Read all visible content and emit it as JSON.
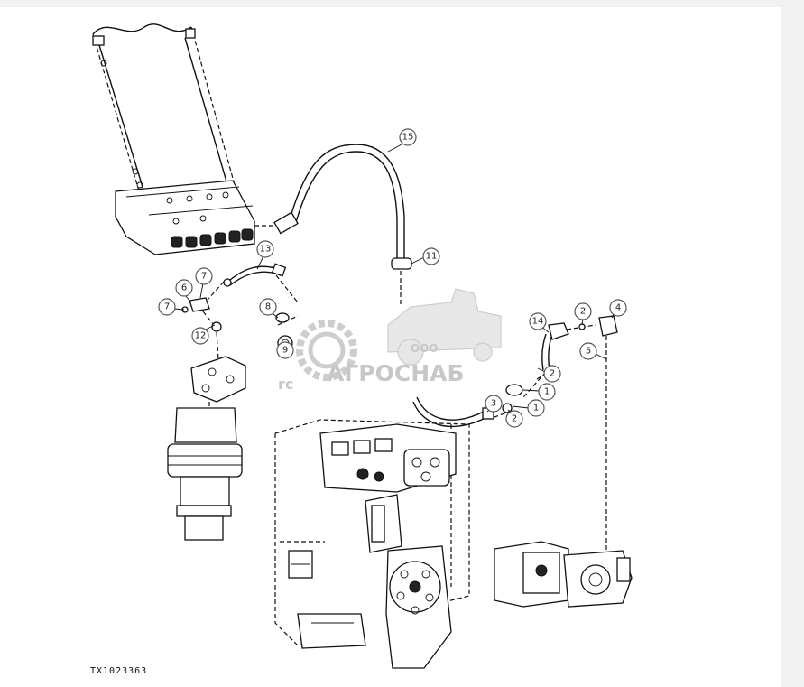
{
  "figure_id": "TX1023363",
  "watermark": {
    "company_prefix": "ООО",
    "company_name": "АГРОСНАБ",
    "fragment": "rc"
  },
  "callouts": [
    {
      "label": "15"
    },
    {
      "label": "13"
    },
    {
      "label": "11"
    },
    {
      "label": "7"
    },
    {
      "label": "6"
    },
    {
      "label": "7"
    },
    {
      "label": "12"
    },
    {
      "label": "8"
    },
    {
      "label": "9"
    },
    {
      "label": "14"
    },
    {
      "label": "2"
    },
    {
      "label": "4"
    },
    {
      "label": "5"
    },
    {
      "label": "2"
    },
    {
      "label": "1"
    },
    {
      "label": "3"
    },
    {
      "label": "2"
    },
    {
      "label": "1"
    }
  ]
}
